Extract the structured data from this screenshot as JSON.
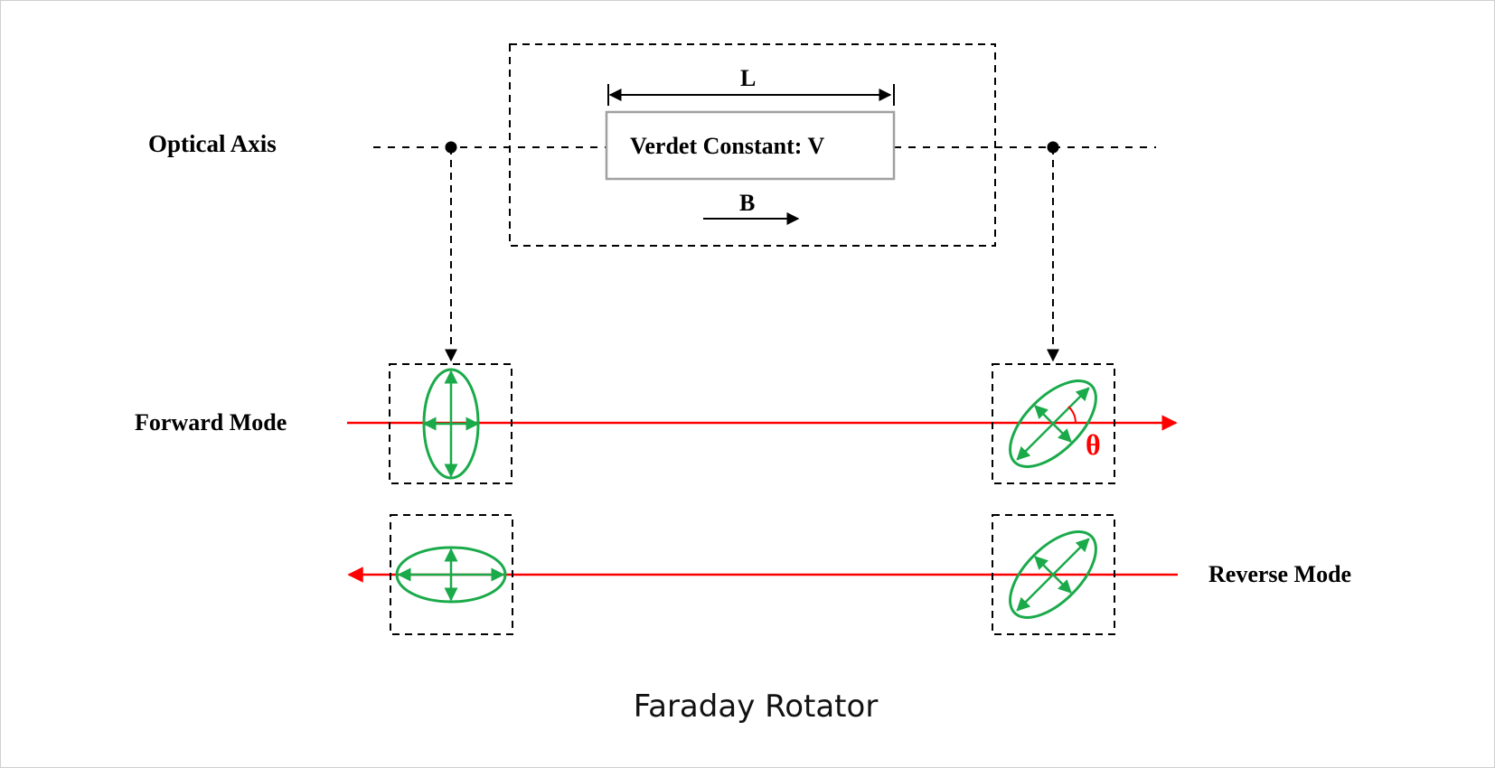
{
  "labels": {
    "optical_axis": "Optical Axis",
    "verdet": "Verdet Constant: V",
    "length": "L",
    "field": "B",
    "forward_mode": "Forward Mode",
    "reverse_mode": "Reverse Mode",
    "theta": "θ",
    "caption": "Faraday Rotator"
  },
  "colors": {
    "line": "#000000",
    "beam": "#ff0000",
    "polarization": "#1aaa4a",
    "box_border": "#a0a0a0",
    "theta": "#ff0000"
  }
}
